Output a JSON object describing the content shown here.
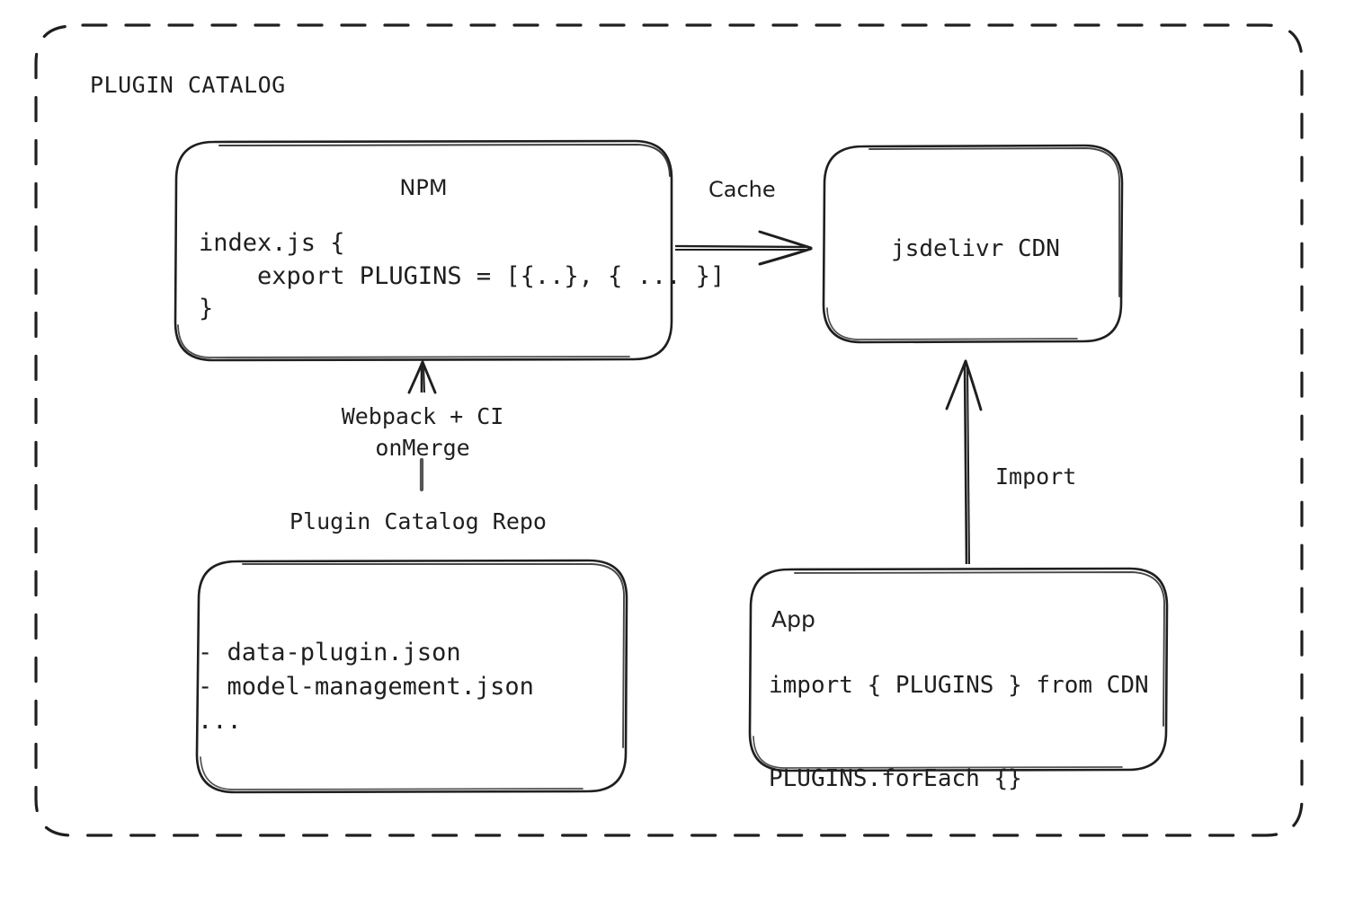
{
  "frame": {
    "title": "PLUGIN CATALOG",
    "border_style": "dashed",
    "stroke_color": "#1f1f1f",
    "background": "#ffffff"
  },
  "nodes": {
    "npm": {
      "title": "NPM",
      "code": "index.js {\n    export PLUGINS = [{..}, { ... }]\n}"
    },
    "cdn": {
      "title": "jsdelivr CDN"
    },
    "repo": {
      "caption": "Plugin Catalog Repo",
      "items": "- data-plugin.json\n- model-management.json\n..."
    },
    "app": {
      "title": "App",
      "code": "import { PLUGINS } from CDN\n\nPLUGINS.forEach {}"
    }
  },
  "edges": {
    "cache": {
      "label": "Cache",
      "from": "npm",
      "to": "cdn",
      "direction": "right"
    },
    "build": {
      "label": "Webpack + CI\nonMerge",
      "from": "repo",
      "to": "npm",
      "direction": "up"
    },
    "import": {
      "label": "Import",
      "from": "app",
      "to": "cdn",
      "direction": "up"
    }
  }
}
